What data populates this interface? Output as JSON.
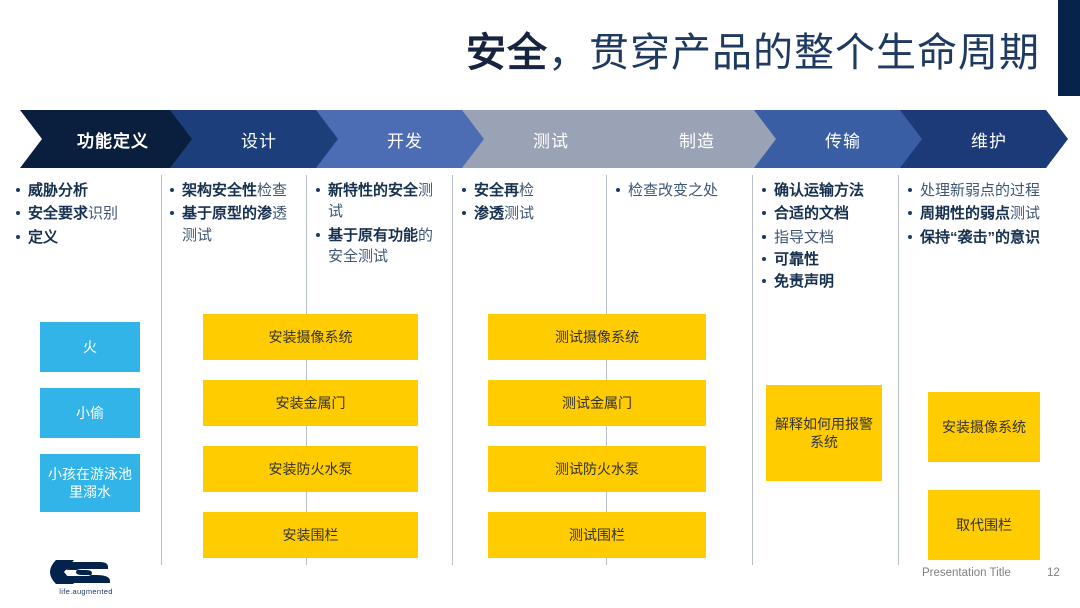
{
  "slide": {
    "title_bold": "安全",
    "title_rest": "，贯穿产品的整个生命周期",
    "accent_color": "#06234b",
    "blue_box_color": "#32b4e8",
    "yellow_box_color": "#ffcc00"
  },
  "process": {
    "steps": [
      {
        "label": "功能定义",
        "color": "#0a1f3d"
      },
      {
        "label": "设计",
        "color": "#1c3f7c"
      },
      {
        "label": "开发",
        "color": "#4c6cb3"
      },
      {
        "label": "测试",
        "color": "#9aa3b5"
      },
      {
        "label": "制造",
        "color": "#9aa3b5"
      },
      {
        "label": "传输",
        "color": "#3a5ea3"
      },
      {
        "label": "维护",
        "color": "#1b3a77"
      }
    ]
  },
  "columns": [
    {
      "name": "功能定义",
      "bullets": [
        {
          "bold": "威胁分析",
          "thin": ""
        },
        {
          "bold": "安全要求",
          "thin": "识别"
        },
        {
          "bold": "定义",
          "thin": ""
        }
      ],
      "boxes": [
        {
          "style": "blue",
          "text": "火"
        },
        {
          "style": "blue",
          "text": "小偷"
        },
        {
          "style": "blue",
          "text": "小孩在游泳池里溺水"
        }
      ]
    },
    {
      "name": "设计",
      "bullets": [
        {
          "bold": "架构安全性",
          "thin": "检查"
        },
        {
          "bold": "基于原型的渗",
          "thin": "透测试"
        }
      ],
      "boxes": [
        {
          "style": "yellow",
          "text": "安装摄像系统"
        },
        {
          "style": "yellow",
          "text": "安装金属门"
        },
        {
          "style": "yellow",
          "text": "安装防火水泵"
        },
        {
          "style": "yellow",
          "text": "安装围栏"
        }
      ]
    },
    {
      "name": "开发",
      "bullets": [
        {
          "bold": "新特性的安全",
          "thin": "测试"
        },
        {
          "bold": "基于原有功能",
          "thin": "的安全测试"
        }
      ],
      "boxes": []
    },
    {
      "name": "测试",
      "bullets": [
        {
          "bold": "安全再",
          "thin": "检"
        },
        {
          "bold": "渗透",
          "thin": "测试"
        }
      ],
      "boxes": [
        {
          "style": "yellow",
          "text": "测试摄像系统"
        },
        {
          "style": "yellow",
          "text": "测试金属门"
        },
        {
          "style": "yellow",
          "text": "测试防火水泵"
        },
        {
          "style": "yellow",
          "text": "测试围栏"
        }
      ]
    },
    {
      "name": "制造",
      "bullets": [
        {
          "bold": "",
          "thin": "检查改变之处"
        }
      ],
      "boxes": []
    },
    {
      "name": "传输",
      "bullets": [
        {
          "bold": "确认运输方法",
          "thin": ""
        },
        {
          "bold": "合适的文档",
          "thin": ""
        }
      ],
      "sub_bullets": [
        {
          "bold": "",
          "thin": "指导文档"
        },
        {
          "bold": "可靠性",
          "thin": ""
        },
        {
          "bold": "免责声明",
          "thin": ""
        }
      ],
      "boxes": [
        {
          "style": "yellow",
          "text": "解释如何用报警系统"
        }
      ]
    },
    {
      "name": "维护",
      "bullets": [
        {
          "bold": "",
          "thin": "处理新弱点的过程"
        },
        {
          "bold": "周期性的弱点",
          "thin": "测试"
        },
        {
          "bold": "保持“袭击”的意识",
          "thin": ""
        }
      ],
      "boxes": [
        {
          "style": "yellow",
          "text": "安装摄像系统"
        },
        {
          "style": "yellow",
          "text": "取代围栏"
        }
      ]
    }
  ],
  "footer": {
    "logo_tagline": "life.augmented",
    "presentation_title": "Presentation Title",
    "page_number": "12"
  }
}
